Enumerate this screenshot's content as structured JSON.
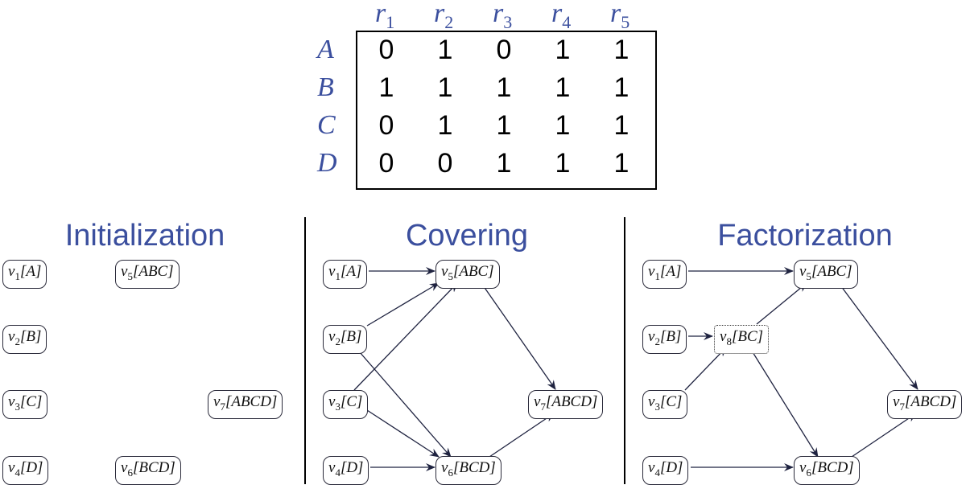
{
  "matrix": {
    "columns": [
      {
        "base": "r",
        "sub": "1"
      },
      {
        "base": "r",
        "sub": "2"
      },
      {
        "base": "r",
        "sub": "3"
      },
      {
        "base": "r",
        "sub": "4"
      },
      {
        "base": "r",
        "sub": "5"
      }
    ],
    "rows": [
      {
        "label": "A",
        "values": [
          "0",
          "1",
          "0",
          "1",
          "1"
        ]
      },
      {
        "label": "B",
        "values": [
          "1",
          "1",
          "1",
          "1",
          "1"
        ]
      },
      {
        "label": "C",
        "values": [
          "0",
          "1",
          "1",
          "1",
          "1"
        ]
      },
      {
        "label": "D",
        "values": [
          "0",
          "0",
          "1",
          "1",
          "1"
        ]
      }
    ]
  },
  "panels": [
    {
      "title": "Initialization"
    },
    {
      "title": "Covering"
    },
    {
      "title": "Factorization"
    }
  ],
  "nodes": {
    "init": {
      "v1": {
        "v": "v",
        "sub": "1",
        "set": "[A]"
      },
      "v2": {
        "v": "v",
        "sub": "2",
        "set": "[B]"
      },
      "v3": {
        "v": "v",
        "sub": "3",
        "set": "[C]"
      },
      "v4": {
        "v": "v",
        "sub": "4",
        "set": "[D]"
      },
      "v5": {
        "v": "v",
        "sub": "5",
        "set": "[ABC]"
      },
      "v6": {
        "v": "v",
        "sub": "6",
        "set": "[BCD]"
      },
      "v7": {
        "v": "v",
        "sub": "7",
        "set": "[ABCD]"
      }
    },
    "cover": {
      "v1": {
        "v": "v",
        "sub": "1",
        "set": "[A]"
      },
      "v2": {
        "v": "v",
        "sub": "2",
        "set": "[B]"
      },
      "v3": {
        "v": "v",
        "sub": "3",
        "set": "[C]"
      },
      "v4": {
        "v": "v",
        "sub": "4",
        "set": "[D]"
      },
      "v5": {
        "v": "v",
        "sub": "5",
        "set": "[ABC]"
      },
      "v6": {
        "v": "v",
        "sub": "6",
        "set": "[BCD]"
      },
      "v7": {
        "v": "v",
        "sub": "7",
        "set": "[ABCD]"
      }
    },
    "fact": {
      "v1": {
        "v": "v",
        "sub": "1",
        "set": "[A]"
      },
      "v2": {
        "v": "v",
        "sub": "2",
        "set": "[B]"
      },
      "v3": {
        "v": "v",
        "sub": "3",
        "set": "[C]"
      },
      "v4": {
        "v": "v",
        "sub": "4",
        "set": "[D]"
      },
      "v5": {
        "v": "v",
        "sub": "5",
        "set": "[ABC]"
      },
      "v6": {
        "v": "v",
        "sub": "6",
        "set": "[BCD]"
      },
      "v7": {
        "v": "v",
        "sub": "7",
        "set": "[ABCD]"
      },
      "v8": {
        "v": "v",
        "sub": "8",
        "set": "[BC]"
      }
    }
  },
  "colors": {
    "accent": "#3b4f9e",
    "edge": "#1f2340"
  }
}
